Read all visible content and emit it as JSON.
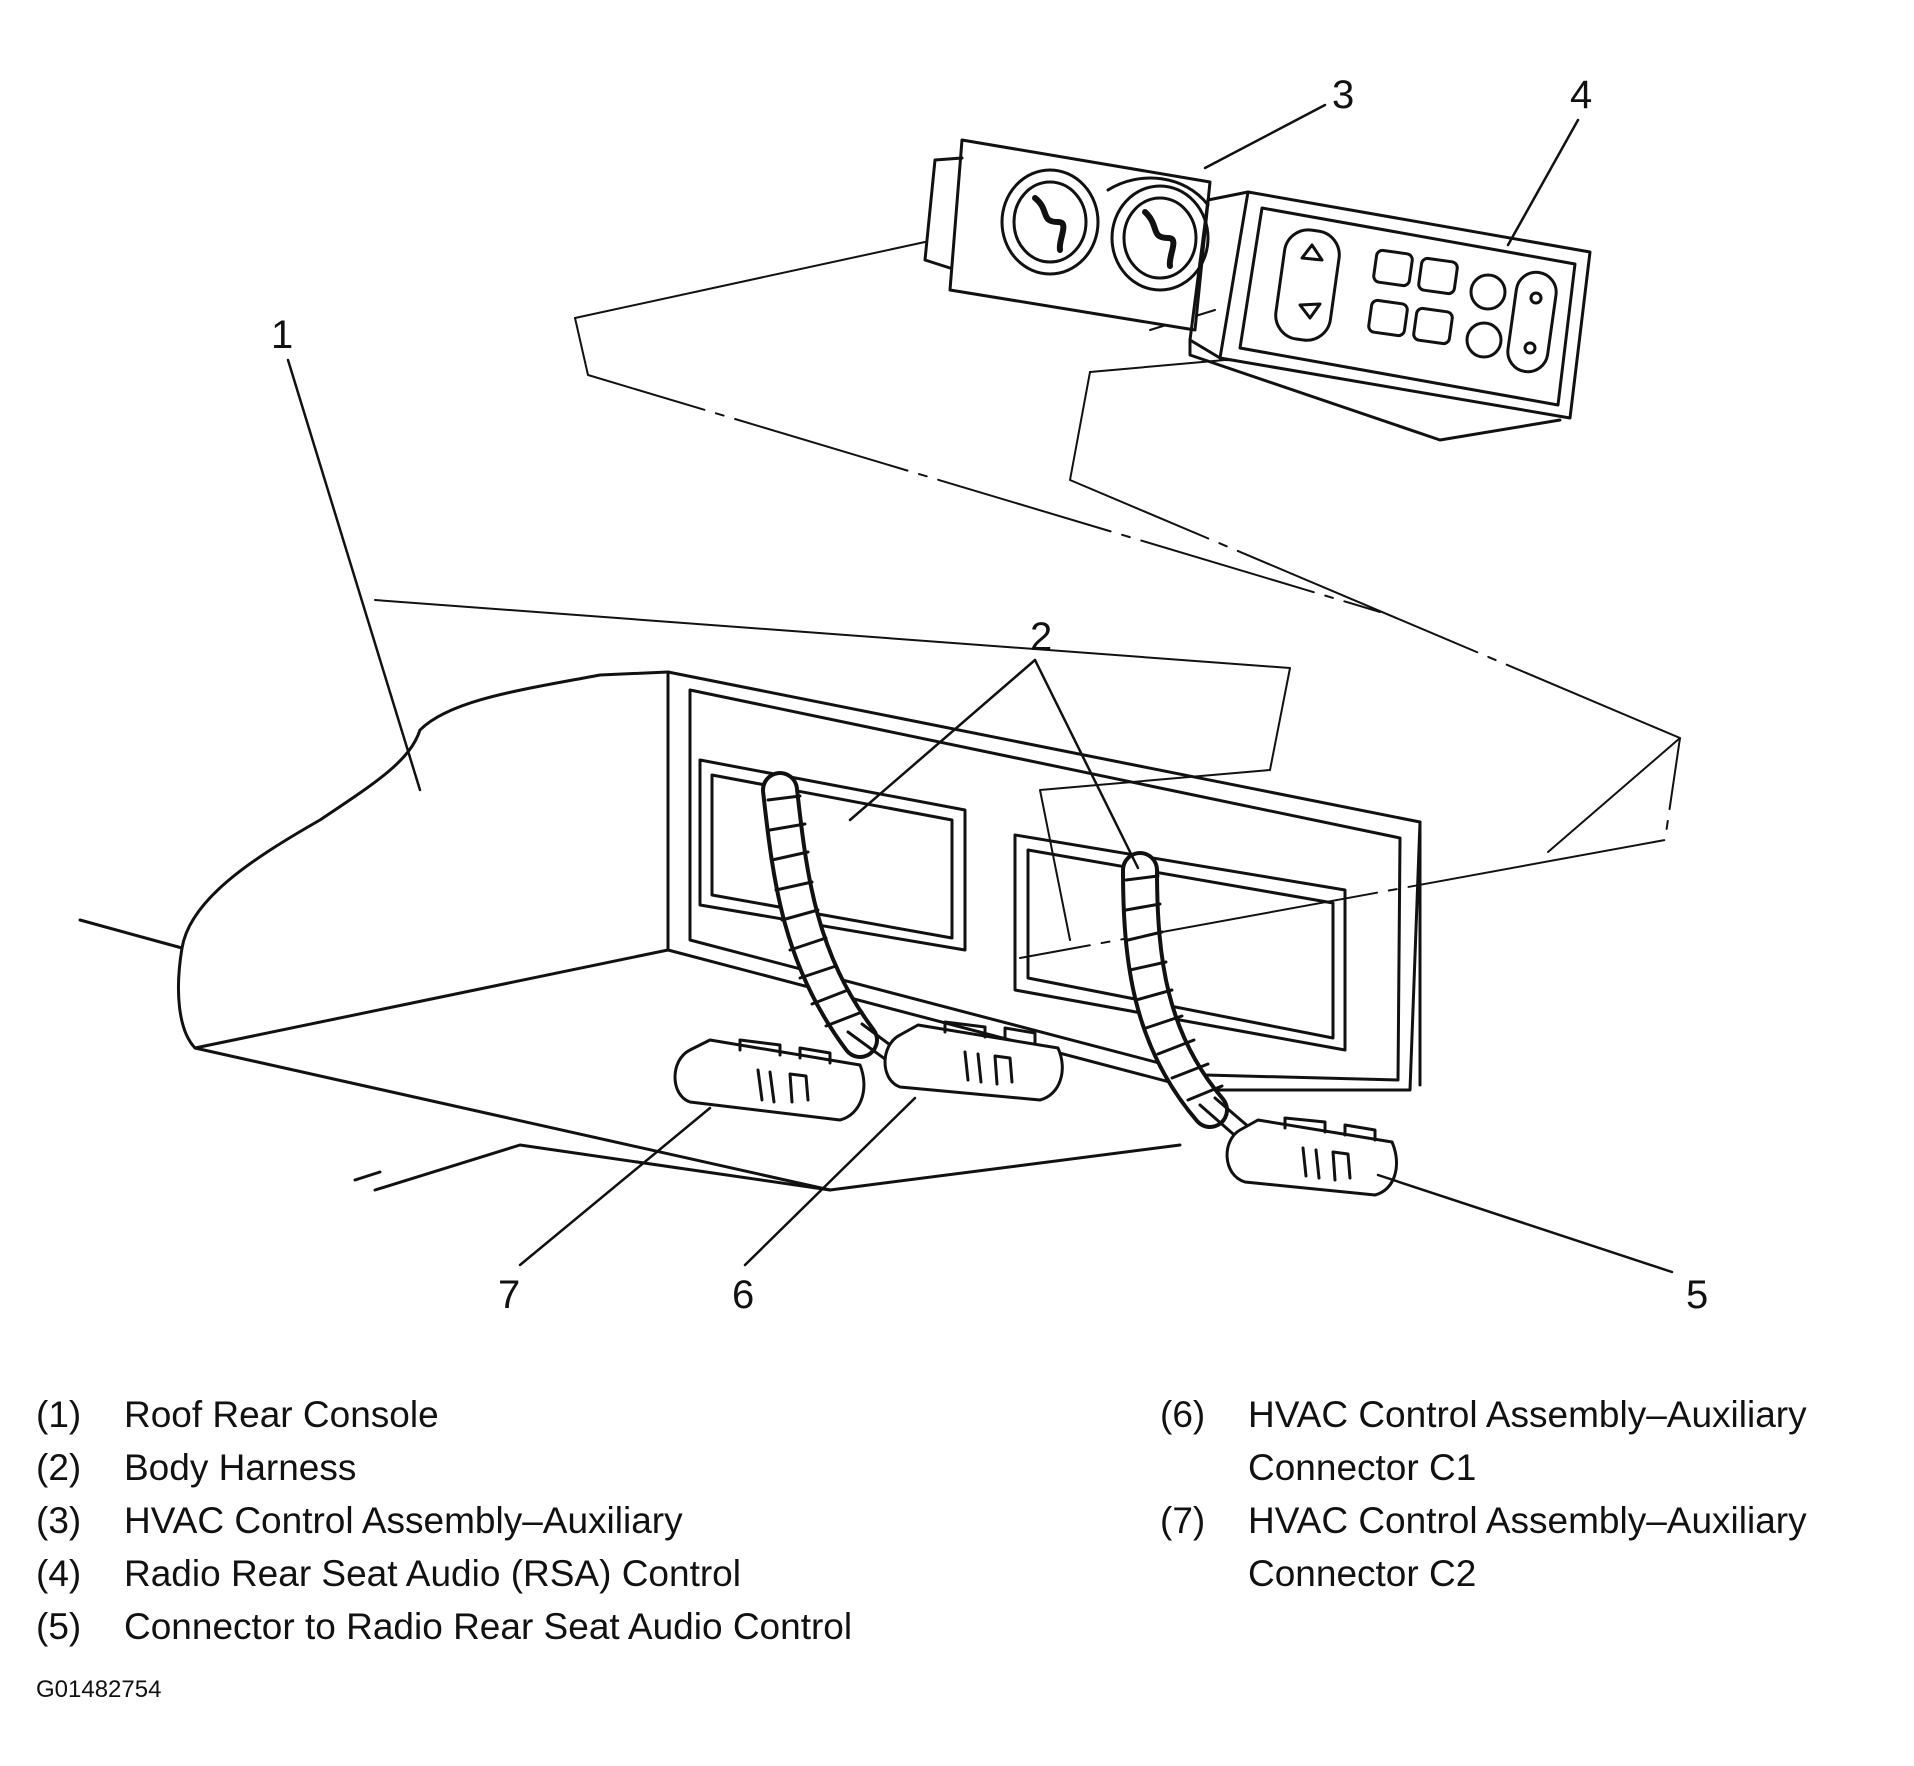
{
  "callouts": {
    "c1": "1",
    "c2": "2",
    "c3": "3",
    "c4": "4",
    "c5": "5",
    "c6": "6",
    "c7": "7"
  },
  "legend": {
    "left": [
      {
        "num": "(1)",
        "text": "Roof Rear Console"
      },
      {
        "num": "(2)",
        "text": "Body Harness"
      },
      {
        "num": "(3)",
        "text": "HVAC Control Assembly–Auxiliary"
      },
      {
        "num": "(4)",
        "text": "Radio Rear Seat Audio (RSA) Control"
      },
      {
        "num": "(5)",
        "text": "Connector to Radio Rear Seat Audio Control"
      }
    ],
    "right": [
      {
        "num": "(6)",
        "text": "HVAC Control Assembly–Auxiliary\nConnector C1"
      },
      {
        "num": "(7)",
        "text": "HVAC Control Assembly–Auxiliary\nConnector C2"
      }
    ]
  },
  "figure_id": "G01482754",
  "colors": {
    "ink": "#111111",
    "background": "#ffffff"
  }
}
